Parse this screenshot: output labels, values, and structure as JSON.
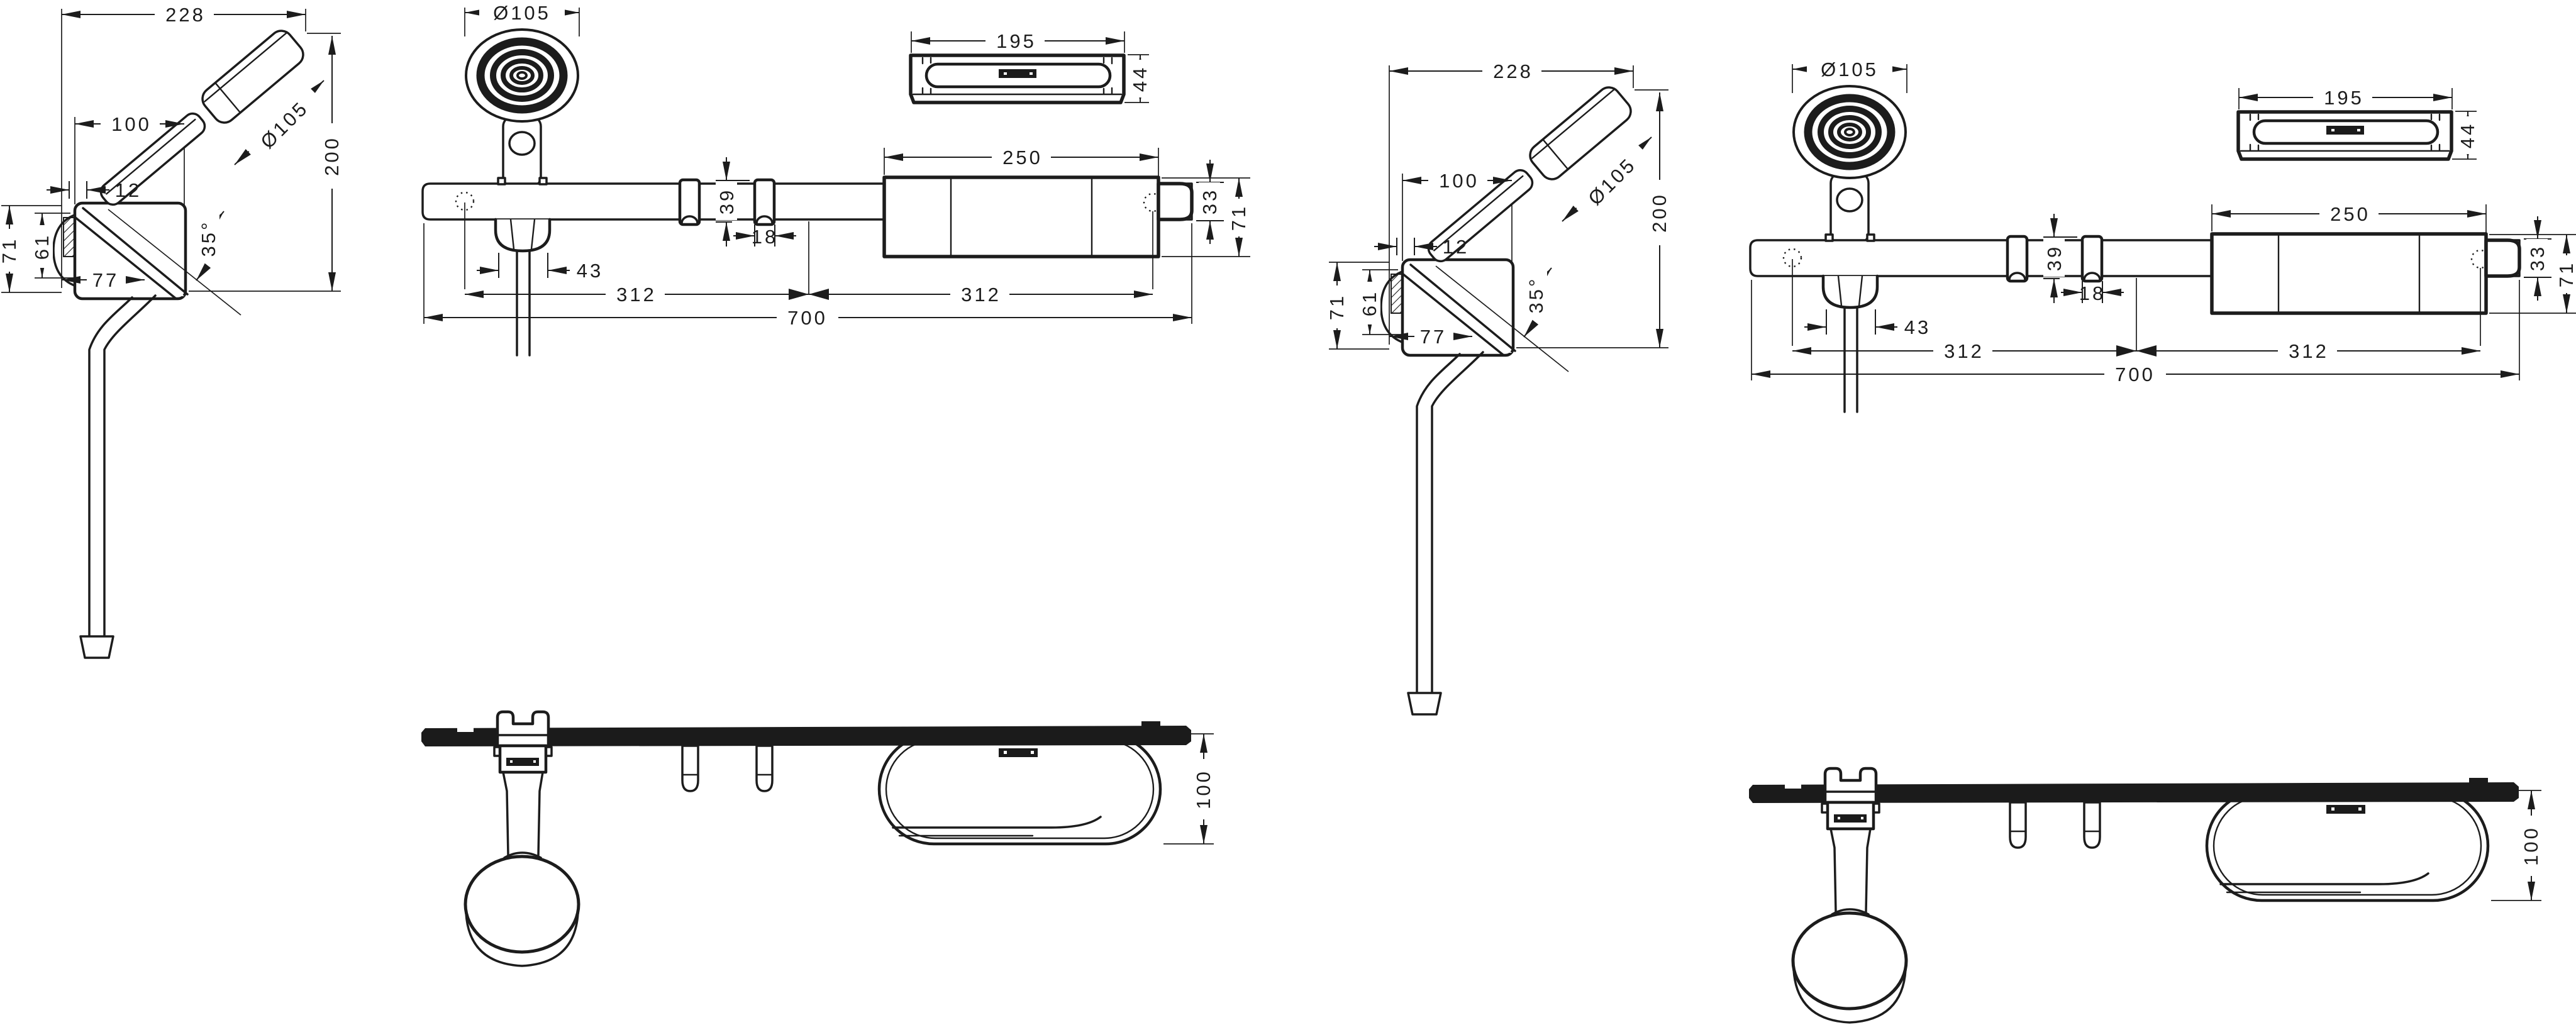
{
  "colors": {
    "ink": "#1c1c1c",
    "paper": "#ffffff",
    "solid_fill": "#1b1b1b"
  },
  "sets": [
    {
      "id": "left"
    },
    {
      "id": "right"
    }
  ],
  "views": {
    "side": {
      "name": "hand-shower-in-holder-side-view",
      "d228": "228",
      "d100": "100",
      "d12": "12",
      "dia105": "Ø105",
      "d200": "200",
      "angle35": "35°",
      "d71": "71",
      "d61": "61",
      "d77": "77"
    },
    "front": {
      "name": "shower-bar-front-view",
      "dia105": "Ø105",
      "d195": "195",
      "d44": "44",
      "d250": "250",
      "d39": "39",
      "d18": "18",
      "d43": "43",
      "d312_left": "312",
      "d312_right": "312",
      "d700": "700",
      "d33": "33",
      "d71": "71"
    },
    "plan": {
      "name": "shower-bar-plan-view",
      "d100": "100"
    }
  }
}
